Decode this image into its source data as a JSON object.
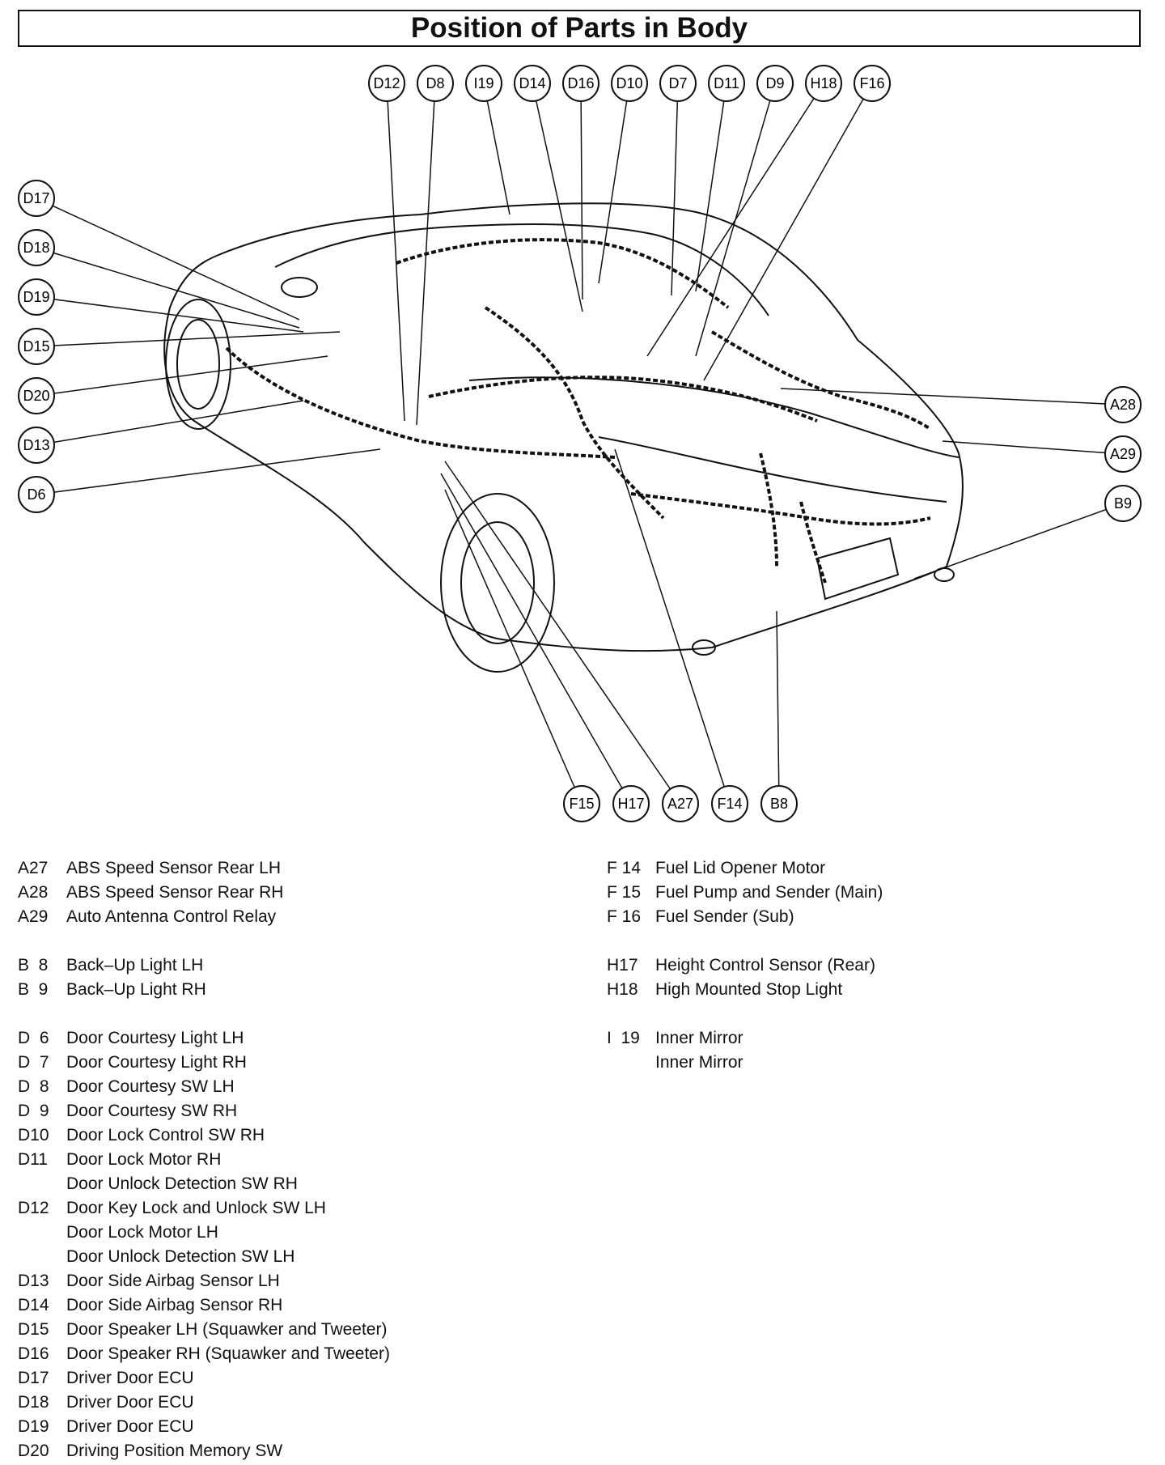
{
  "title": "Position of Parts in Body",
  "diagram": {
    "callouts_top": [
      "D12",
      "D8",
      "I19",
      "D14",
      "D16",
      "D10",
      "D7",
      "D11",
      "D9",
      "H18",
      "F16"
    ],
    "callouts_left": [
      "D17",
      "D18",
      "D19",
      "D15",
      "D20",
      "D13",
      "D6"
    ],
    "callouts_right": [
      "A28",
      "A29",
      "B9"
    ],
    "callouts_bottom": [
      "F15",
      "H17",
      "A27",
      "F14",
      "B8"
    ]
  },
  "legend": {
    "left": [
      {
        "code": "A27",
        "names": [
          "ABS Speed Sensor Rear LH"
        ]
      },
      {
        "code": "A28",
        "names": [
          "ABS Speed Sensor Rear RH"
        ]
      },
      {
        "code": "A29",
        "names": [
          "Auto Antenna Control Relay"
        ]
      },
      {
        "gap": true
      },
      {
        "code": "B  8",
        "names": [
          "Back–Up Light LH"
        ]
      },
      {
        "code": "B  9",
        "names": [
          "Back–Up Light RH"
        ]
      },
      {
        "gap": true
      },
      {
        "code": "D  6",
        "names": [
          "Door Courtesy Light LH"
        ]
      },
      {
        "code": "D  7",
        "names": [
          "Door Courtesy Light RH"
        ]
      },
      {
        "code": "D  8",
        "names": [
          "Door Courtesy SW LH"
        ]
      },
      {
        "code": "D  9",
        "names": [
          "Door Courtesy SW RH"
        ]
      },
      {
        "code": "D10",
        "names": [
          "Door Lock Control SW RH"
        ]
      },
      {
        "code": "D11",
        "names": [
          "Door Lock Motor RH",
          "Door Unlock Detection SW RH"
        ]
      },
      {
        "code": "D12",
        "names": [
          "Door Key Lock and Unlock SW LH",
          "Door Lock Motor LH",
          "Door Unlock Detection SW LH"
        ]
      },
      {
        "code": "D13",
        "names": [
          "Door Side Airbag Sensor LH"
        ]
      },
      {
        "code": "D14",
        "names": [
          "Door Side Airbag Sensor RH"
        ]
      },
      {
        "code": "D15",
        "names": [
          "Door Speaker LH (Squawker and Tweeter)"
        ]
      },
      {
        "code": "D16",
        "names": [
          "Door Speaker RH (Squawker and Tweeter)"
        ]
      },
      {
        "code": "D17",
        "names": [
          "Driver Door ECU"
        ]
      },
      {
        "code": "D18",
        "names": [
          "Driver Door ECU"
        ]
      },
      {
        "code": "D19",
        "names": [
          "Driver Door ECU"
        ]
      },
      {
        "code": "D20",
        "names": [
          "Driving Position Memory SW"
        ]
      }
    ],
    "right": [
      {
        "code": "F 14",
        "names": [
          "Fuel Lid Opener Motor"
        ]
      },
      {
        "code": "F 15",
        "names": [
          "Fuel Pump and Sender (Main)"
        ]
      },
      {
        "code": "F 16",
        "names": [
          "Fuel Sender (Sub)"
        ]
      },
      {
        "gap": true
      },
      {
        "code": "H17",
        "names": [
          "Height Control Sensor (Rear)"
        ]
      },
      {
        "code": "H18",
        "names": [
          "High Mounted Stop Light"
        ]
      },
      {
        "gap": true
      },
      {
        "code": "I  19",
        "names": [
          "Inner Mirror",
          "Inner Mirror"
        ]
      }
    ]
  }
}
